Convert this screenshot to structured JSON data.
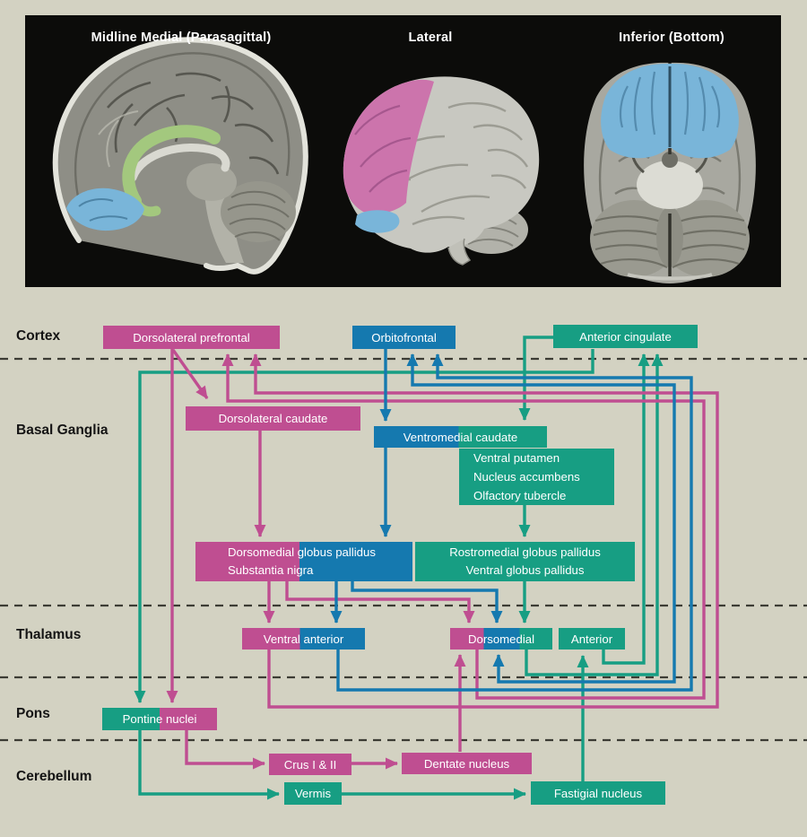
{
  "figure": {
    "title_context": "Frontal-subcortical circuit diagram",
    "brain_panel": {
      "views": [
        {
          "label": "Midline Medial (Parasagittal)"
        },
        {
          "label": "Lateral"
        },
        {
          "label": "Inferior (Bottom)"
        }
      ]
    },
    "row_labels": [
      "Cortex",
      "Basal Ganglia",
      "Thalamus",
      "Pons",
      "Cerebellum"
    ],
    "nodes": [
      {
        "id": "dorsolateral-prefrontal",
        "lines": [
          "Dorsolateral prefrontal"
        ],
        "segments": [
          "pink"
        ]
      },
      {
        "id": "orbitofrontal",
        "lines": [
          "Orbitofrontal"
        ],
        "segments": [
          "blue"
        ]
      },
      {
        "id": "anterior-cingulate",
        "lines": [
          "Anterior cingulate"
        ],
        "segments": [
          "teal"
        ]
      },
      {
        "id": "dorsolateral-caudate",
        "lines": [
          "Dorsolateral caudate"
        ],
        "segments": [
          "pink"
        ]
      },
      {
        "id": "ventromedial-caudate",
        "lines": [
          "Ventromedial caudate"
        ],
        "segments": [
          "blue",
          "teal"
        ]
      },
      {
        "id": "ventral-striatum",
        "lines": [
          "Ventral putamen",
          "Nucleus accumbens",
          "Olfactory tubercle"
        ],
        "segments": [
          "teal"
        ]
      },
      {
        "id": "dorsomedial-gp-sn",
        "lines": [
          "Dorsomedial globus pallidus",
          "Substantia nigra"
        ],
        "segments": [
          "pink",
          "blue"
        ]
      },
      {
        "id": "rostromedial-gp",
        "lines": [
          "Rostromedial globus pallidus",
          "Ventral globus pallidus"
        ],
        "segments": [
          "teal"
        ]
      },
      {
        "id": "ventral-anterior",
        "lines": [
          "Ventral anterior"
        ],
        "segments": [
          "pink",
          "blue"
        ]
      },
      {
        "id": "dorsomedial-thalamus",
        "lines": [
          "Dorsomedial"
        ],
        "segments": [
          "pink",
          "blue",
          "teal"
        ]
      },
      {
        "id": "anterior-thalamus",
        "lines": [
          "Anterior"
        ],
        "segments": [
          "teal"
        ]
      },
      {
        "id": "pontine-nuclei",
        "lines": [
          "Pontine nuclei"
        ],
        "segments": [
          "teal",
          "pink"
        ]
      },
      {
        "id": "crus-i-ii",
        "lines": [
          "Crus I & II"
        ],
        "segments": [
          "pink"
        ]
      },
      {
        "id": "dentate-nucleus",
        "lines": [
          "Dentate nucleus"
        ],
        "segments": [
          "pink"
        ]
      },
      {
        "id": "vermis",
        "lines": [
          "Vermis"
        ],
        "segments": [
          "teal"
        ]
      },
      {
        "id": "fastigial-nucleus",
        "lines": [
          "Fastigial nucleus"
        ],
        "segments": [
          "teal"
        ]
      }
    ],
    "colors": {
      "pink": "#bf4e91",
      "blue": "#1579af",
      "teal": "#179e83",
      "background": "#d3d2c2",
      "panel_background": "#0c0c0a",
      "highlight_green": "#a3c87e",
      "highlight_blue": "#79b5d9",
      "highlight_pink": "#cc74ac"
    }
  }
}
